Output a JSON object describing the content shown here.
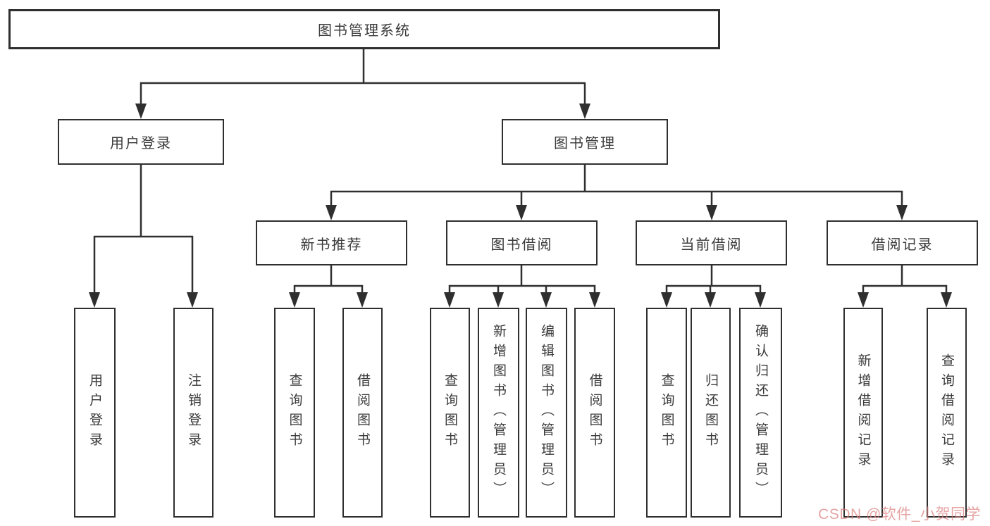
{
  "diagram": {
    "title_node": {
      "label": "图书管理系统"
    },
    "level2": [
      {
        "label": "用户登录"
      },
      {
        "label": "图书管理"
      }
    ],
    "level3": [
      {
        "label": "新书推荐",
        "parent": "图书管理"
      },
      {
        "label": "图书借阅",
        "parent": "图书管理"
      },
      {
        "label": "当前借阅",
        "parent": "图书管理"
      },
      {
        "label": "借阅记录",
        "parent": "图书管理"
      }
    ],
    "leaves": [
      {
        "label": "用户登录",
        "parent": "用户登录"
      },
      {
        "label": "注销登录",
        "parent": "用户登录"
      },
      {
        "label": "查询图书",
        "parent": "新书推荐"
      },
      {
        "label": "借阅图书",
        "parent": "新书推荐"
      },
      {
        "label": "查询图书",
        "parent": "图书借阅"
      },
      {
        "label": "新增图书（管理员）",
        "parent": "图书借阅"
      },
      {
        "label": "编辑图书（管理员）",
        "parent": "图书借阅"
      },
      {
        "label": "借阅图书",
        "parent": "图书借阅"
      },
      {
        "label": "查询图书",
        "parent": "当前借阅"
      },
      {
        "label": "归还图书",
        "parent": "当前借阅"
      },
      {
        "label": "确认归还（管理员）",
        "parent": "当前借阅"
      },
      {
        "label": "新增借阅记录",
        "parent": "借阅记录"
      },
      {
        "label": "查询借阅记录",
        "parent": "借阅记录"
      }
    ],
    "colors": {
      "line": "#2f2f2f",
      "box_border": "#2f2f2f",
      "text": "#3a3a3a",
      "background": "#ffffff",
      "watermark": "#db8080"
    }
  },
  "watermark": {
    "text": "CSDN @软件_小贺同学"
  }
}
